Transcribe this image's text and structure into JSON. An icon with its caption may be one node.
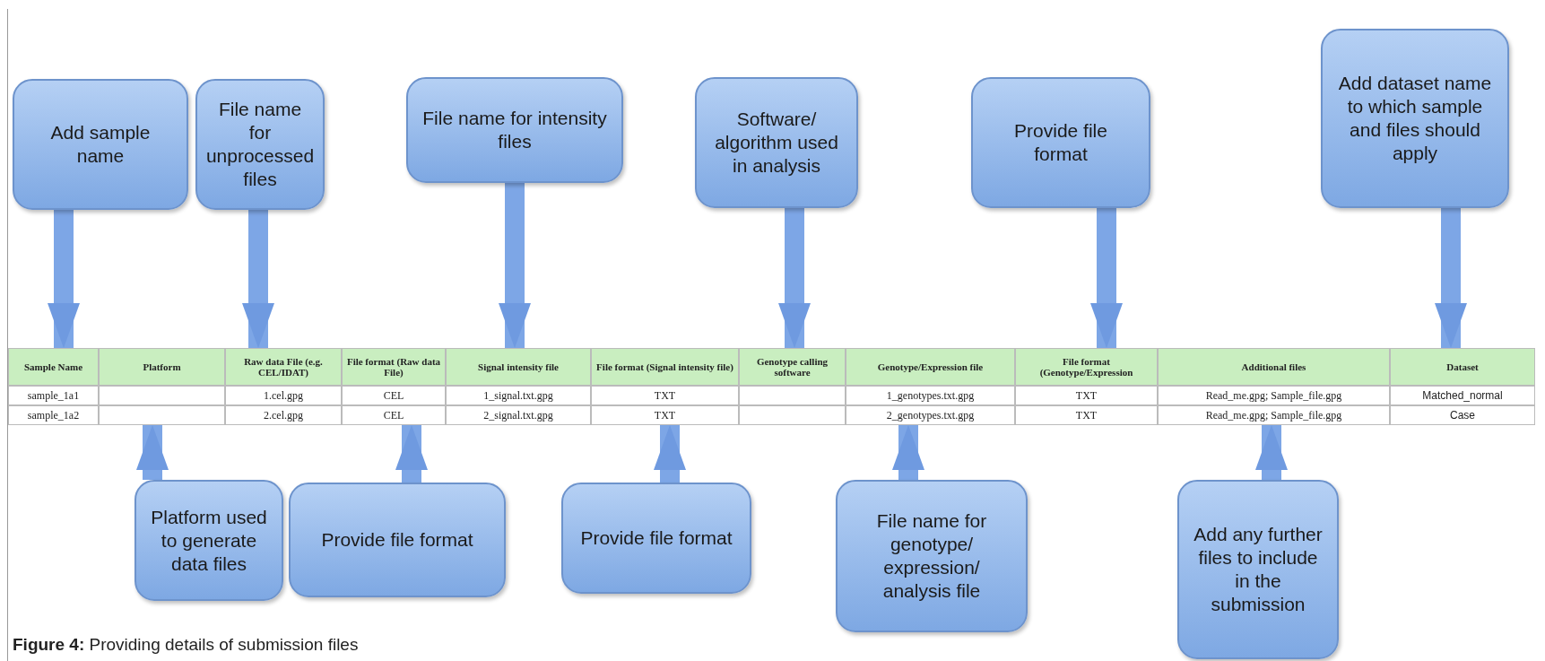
{
  "diagram": {
    "caption": "**Figure 4:** Providing details of submission files",
    "nodes": [
      {
        "text": [
          "Add sample name"
        ]
      },
      {
        "text": [
          "File name for unprocessed files"
        ]
      },
      {
        "text": [
          "File name for intensity files"
        ]
      },
      {
        "text": [
          "Software/ algorithm used in analysis"
        ]
      },
      {
        "text": [
          "Provide file format"
        ]
      },
      {
        "text": [
          "Add dataset name to which sample and files should apply"
        ]
      },
      {
        "text": [
          "Sample Name"
        ]
      },
      {
        "text": [
          "Raw data File (e.g. CEL/IDAT)"
        ]
      },
      {
        "text": [
          "Signal intensity file"
        ]
      },
      {
        "text": [
          "Genotype calling software"
        ]
      },
      {
        "text": [
          "File format (Genotype/Expression"
        ]
      },
      {
        "text": [
          "Dataset"
        ]
      },
      {
        "text": [],
        "shape": "box"
      },
      {
        "text": [
          "CEL"
        ]
      },
      {
        "text": [
          "TXT"
        ]
      },
      {
        "text": [
          "2_genotypes.txt.gpg"
        ]
      },
      {
        "text": [
          "Read_me.gpg; Sample_file.gpg"
        ]
      },
      {
        "text": [
          "Platform used to generate data files"
        ]
      },
      {
        "text": [
          "Provide file format"
        ]
      },
      {
        "text": [
          "Provide file format"
        ]
      },
      {
        "text": [
          "File name for genotype/ expression/ analysis file"
        ]
      },
      {
        "text": [
          "Add any further files to include in the submission"
        ]
      }
    ],
    "edges": [
      {
        "from": 0,
        "to": 6,
        "arrow": "to"
      },
      {
        "from": 1,
        "to": 7,
        "arrow": "to"
      },
      {
        "from": 2,
        "to": 8,
        "arrow": "to"
      },
      {
        "from": 3,
        "to": 9,
        "arrow": "to"
      },
      {
        "from": 4,
        "to": 10,
        "arrow": "to"
      },
      {
        "from": 5,
        "to": 11,
        "arrow": "to"
      },
      {
        "from": 17,
        "to": 12,
        "arrow": "to"
      },
      {
        "from": 18,
        "to": 13,
        "arrow": "to"
      },
      {
        "from": 19,
        "to": 14,
        "arrow": "to"
      },
      {
        "from": 20,
        "to": 15,
        "arrow": "to"
      },
      {
        "from": 21,
        "to": 16,
        "arrow": "to"
      }
    ],
    "labels": [
      "Platform",
      "File format (Raw data File)",
      "File format (Signal intensity file)",
      "Genotype/Expression file",
      "Additional files",
      "sample_1a1",
      "1.cel.gpg",
      "CEL",
      "1_signal.txt.gpg",
      "TXT",
      "1_genotypes.txt.gpg",
      "TXT",
      "Read_me.gpg; Sample_file.gpg",
      "Matched_normal",
      "sample_1a2",
      "2.cel.gpg",
      "2_signal.txt.gpg",
      "TXT",
      "Case"
    ]
  }
}
